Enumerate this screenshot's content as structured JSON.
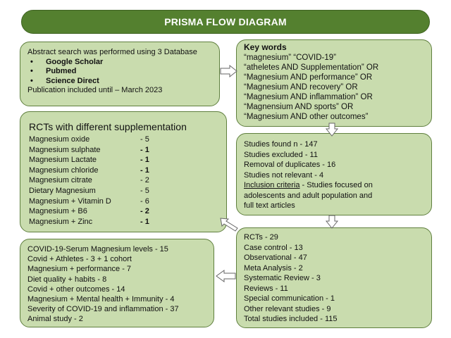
{
  "title": "PRISMA FLOW DIAGRAM",
  "search_box": {
    "intro": "Abstract search was performed using 3 Database",
    "databases": [
      "Google Scholar",
      "Pubmed",
      "Science Direct"
    ],
    "footer": "Publication included until – March 2023"
  },
  "keywords_box": {
    "heading": "Key words",
    "lines": [
      "“magnesium” “COVID-19”",
      "“atheletes AND Supplementation” OR",
      "“Magnesium AND performance” OR",
      "“Magnesium AND recovery” OR",
      "“Magnesium AND inflammation” OR",
      "“Magnensium AND sports” OR",
      "“Magnesium AND other outcomes”"
    ]
  },
  "rct_box": {
    "heading": "RCTs with different supplementation",
    "rows": [
      {
        "label": "Magnesium oxide",
        "value": "- 5"
      },
      {
        "label": "Magnesium sulphate",
        "value": "- 1"
      },
      {
        "label": "Magnesium Lactate",
        "value": "- 1"
      },
      {
        "label": "Magnesium chloride",
        "value": "- 1"
      },
      {
        "label": "Magnesium citrate",
        "value": "- 2"
      },
      {
        "label": "Dietary Magnesium",
        "value": "- 5"
      },
      {
        "label": "Magnesium + Vitamin D",
        "value": "- 6"
      },
      {
        "label": "Magnesium + B6",
        "value": "- 2"
      },
      {
        "label": "Magnesium + Zinc",
        "value": "- 1"
      }
    ]
  },
  "studies_box": {
    "lines": [
      "Studies found n - 147",
      "Studies excluded - 11",
      "Removal of duplicates - 16",
      "Studies not relevant - 4"
    ],
    "criteria_label": "Inclusion criteria",
    "criteria_text": " - Studies focused on",
    "criteria_more": [
      "adolescents and adult population and",
      "full text articles"
    ]
  },
  "outcomes_box": {
    "lines": [
      "COVID-19-Serum Magnesium levels - 15",
      "Covid + Athletes - 3 + 1 cohort",
      "Magnesium + performance - 7",
      "Diet quality + habits - 8",
      "Covid + other outcomes - 14",
      "Magnesium + Mental health + Immunity - 4",
      "Severity of COVID-19 and inflammation - 37",
      "Animal study - 2"
    ]
  },
  "types_box": {
    "lines": [
      "RCTs - 29",
      "Case control - 13",
      "Observational - 47",
      "Meta Analysis - 2",
      "Systematic Review - 3",
      "Reviews - 11",
      "Special communication - 1",
      "Other relevant studies - 9",
      "Total studies included - 115"
    ]
  },
  "colors": {
    "title_bg": "#54802f",
    "box_bg": "#c9dcae",
    "border": "#5f7f3e"
  }
}
